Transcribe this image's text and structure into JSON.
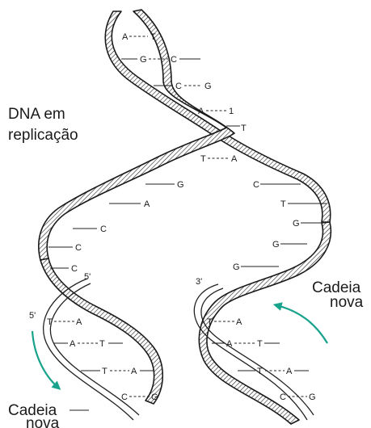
{
  "title_lines": [
    "DNA em",
    "replicação"
  ],
  "new_strand_left": [
    "Cadeia",
    "nova"
  ],
  "new_strand_right": [
    "Cadeia",
    "nova"
  ],
  "end_labels": {
    "left_five_prime_top": "5'",
    "left_five_prime": "5'",
    "right_three_prime": "3'",
    "fork": "1"
  },
  "pairs_top": [
    {
      "left": "A",
      "right": "T"
    },
    {
      "left": "G",
      "right": "C"
    },
    {
      "left": "C",
      "right": "G"
    },
    {
      "left": "A",
      "right": ""
    },
    {
      "left": "T",
      "right": "A"
    }
  ],
  "fork_single_base": "T",
  "left_parent_bases": [
    "G",
    "A",
    "C",
    "C",
    "C"
  ],
  "right_parent_bases": [
    "C",
    "T",
    "G",
    "G",
    "G"
  ],
  "left_new_pairs": [
    {
      "left": "T",
      "right": "A"
    },
    {
      "left": "A",
      "right": "T"
    },
    {
      "left": "T",
      "right": "A"
    },
    {
      "left": "C",
      "right": "G"
    }
  ],
  "right_new_pairs": [
    {
      "left": "T",
      "right": "A"
    },
    {
      "left": "A",
      "right": "T"
    },
    {
      "left": "T",
      "right": "A"
    },
    {
      "left": "C",
      "right": "G"
    }
  ],
  "colors": {
    "arrow": "#1aa38c",
    "strand": "#1a1a1a"
  }
}
